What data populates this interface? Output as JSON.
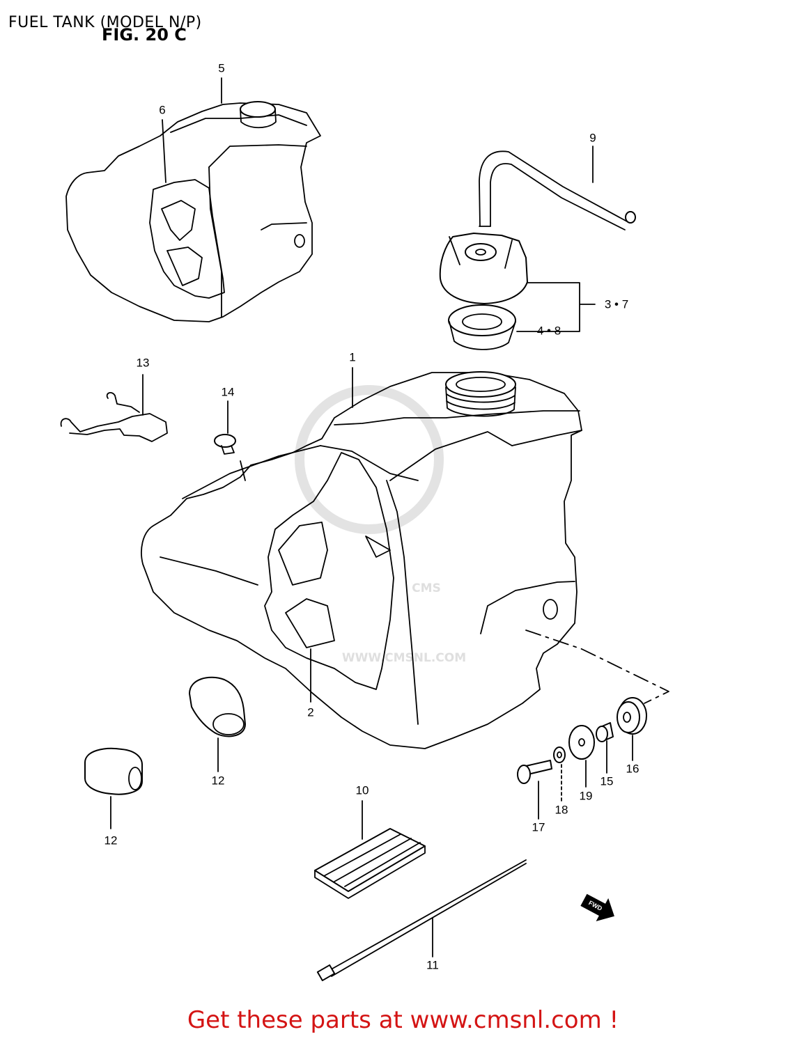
{
  "header": {
    "title": "FUEL TANK (MODEL N/P)",
    "figure": "FIG. 20 C"
  },
  "watermark": {
    "logo": "CMS",
    "url": "WWW.CMSNL.COM"
  },
  "callouts": [
    "1",
    "2",
    "3 • 7",
    "4 • 8",
    "5",
    "6",
    "9",
    "10",
    "11",
    "12",
    "12",
    "13",
    "14",
    "15",
    "16",
    "17",
    "18",
    "19"
  ],
  "fwd_arrow": "FWD",
  "footer": {
    "link_text": "Get these parts at www.cmsnl.com !"
  },
  "colors": {
    "footer_text": "#d41414",
    "watermark": "#dcdcdc",
    "line": "#000000"
  }
}
